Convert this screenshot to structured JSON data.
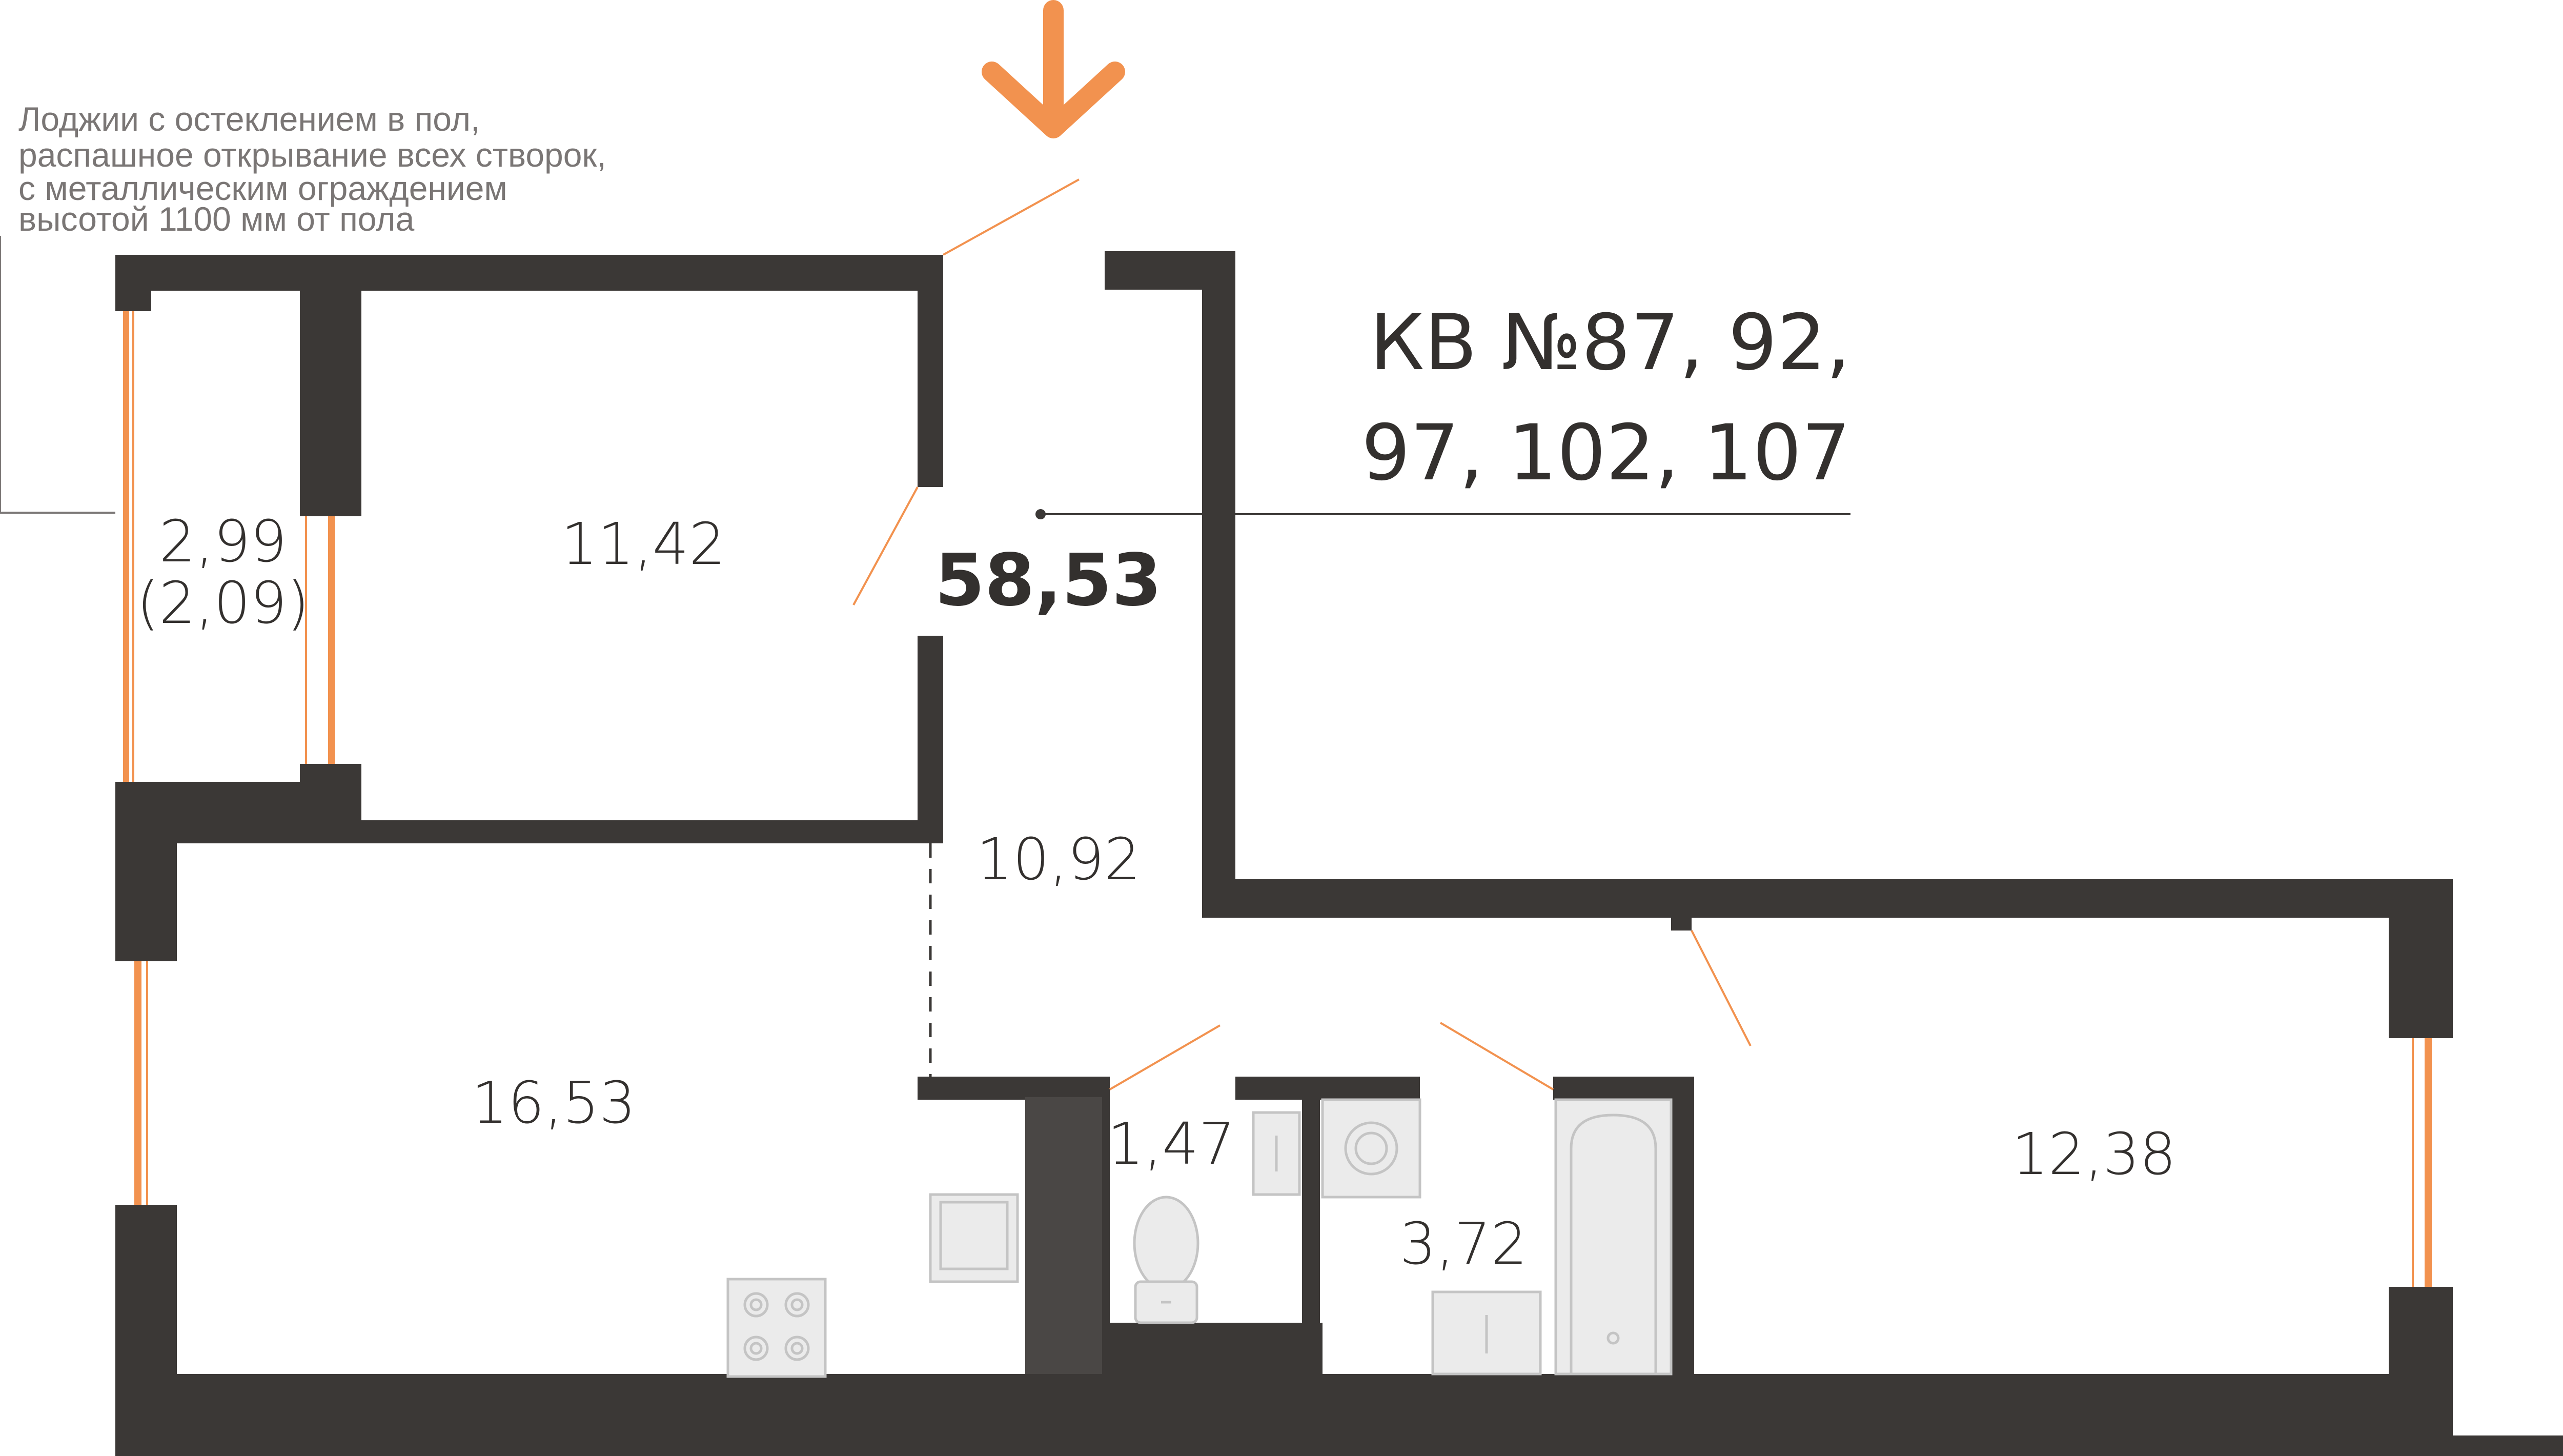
{
  "note": {
    "lines": [
      "Лоджии с остеклением в пол,",
      "распашное открывание всех створок,",
      "с металлическим ограждением",
      "высотой 1100 мм от пола"
    ]
  },
  "apartment": {
    "title_line1": "КВ №87, 92,",
    "title_line2": "97, 102, 107",
    "total_area": "58,53"
  },
  "rooms": {
    "loggia_area": "2,99",
    "loggia_area_reduced": "(2,09)",
    "bedroom_area": "11,42",
    "hall_area": "10,92",
    "kitchen_living_area": "16,53",
    "wc_area": "1,47",
    "bathroom_area": "3,72",
    "room2_area": "12,38"
  },
  "colors": {
    "wall": "#3b3836",
    "accent": "#f2924f",
    "text": "#33302e",
    "note_text": "#7a7675",
    "fixture_fill": "#ebebeb"
  },
  "icons": {
    "entrance": "down-arrow-icon"
  }
}
